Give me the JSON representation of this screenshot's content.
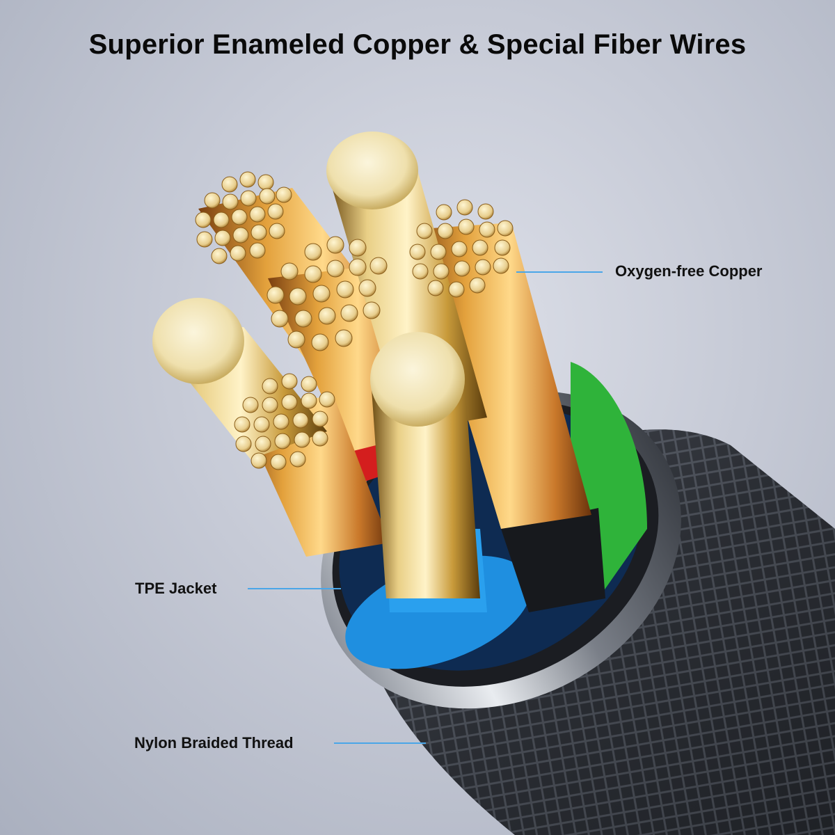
{
  "title": "Superior Enameled Copper & Special Fiber Wires",
  "callouts": {
    "copper": "Oxygen-free Copper",
    "tpe": "TPE Jacket",
    "nylon": "Nylon Braided Thread"
  },
  "colors": {
    "accent_line": "#4aa6e8",
    "copper": "#d99a3a",
    "gold": "#e8d39a",
    "jacket_blue": "#1f8fe0",
    "jacket_green": "#2fb33a",
    "jacket_red": "#d41e1e",
    "braid": "#2a2d33"
  }
}
